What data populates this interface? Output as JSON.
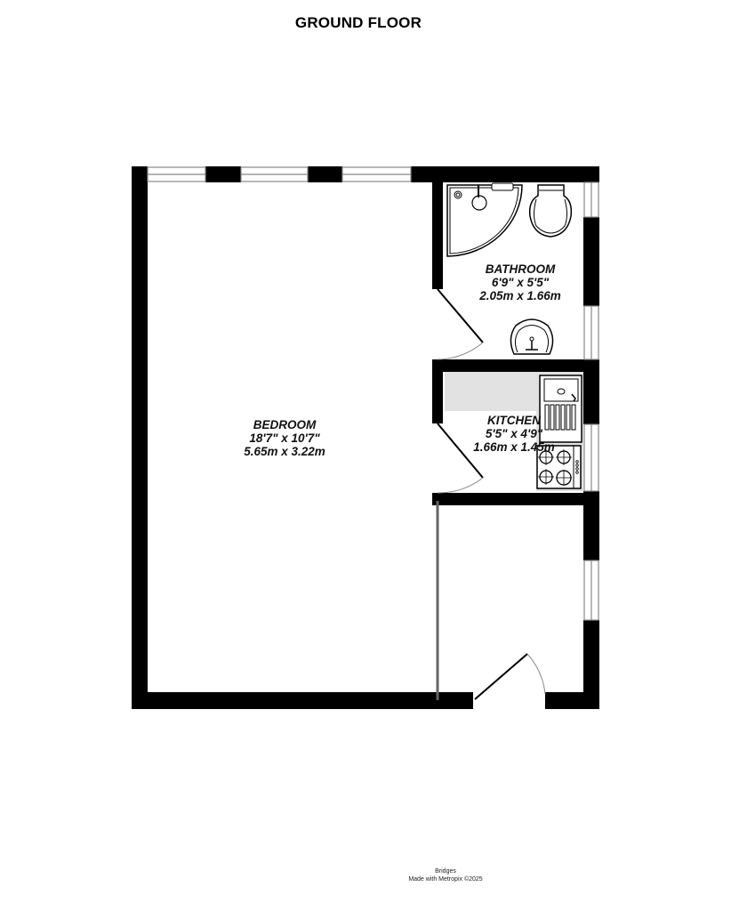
{
  "title": "GROUND FLOOR",
  "rooms": {
    "bedroom": {
      "name": "BEDROOM",
      "imperial": "18'7\"  x 10'7\"",
      "metric": "5.65m  x 3.22m"
    },
    "bathroom": {
      "name": "BATHROOM",
      "imperial": "6'9\"  x 5'5\"",
      "metric": "2.05m  x 1.66m"
    },
    "kitchen": {
      "name": "KITCHEN",
      "imperial": "5'5\"  x 4'9\"",
      "metric": "1.66m  x 1.45m"
    }
  },
  "footer": {
    "line1": "Bridges",
    "line2": "Made with Metropix ©2025"
  },
  "colors": {
    "wall": "#000000",
    "window": "#888888",
    "counter": "#e2e2e2",
    "background": "#ffffff"
  }
}
